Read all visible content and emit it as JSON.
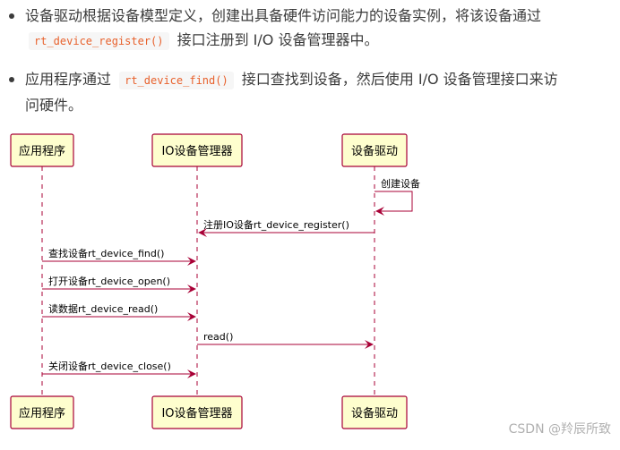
{
  "bullets": [
    {
      "line1": "设备驱动根据设备模型定义，创建出具备硬件访问能力的设备实例，将该设备通过",
      "code": "rt_device_register()",
      "line2_after": "接口注册到 I/O 设备管理器中。"
    },
    {
      "before": "应用程序通过",
      "code": "rt_device_find()",
      "after": "接口查找到设备，然后使用 I/O 设备管理接口来访",
      "line2": "问硬件。"
    }
  ],
  "participants": [
    {
      "id": "app",
      "label": "应用程序"
    },
    {
      "id": "io",
      "label": "IO设备管理器"
    },
    {
      "id": "drv",
      "label": "设备驱动"
    }
  ],
  "messages": [
    {
      "from": "drv",
      "to": "drv",
      "label": "创建设备"
    },
    {
      "from": "drv",
      "to": "io",
      "label": "注册IO设备rt_device_register()"
    },
    {
      "from": "app",
      "to": "io",
      "label": "查找设备rt_device_find()"
    },
    {
      "from": "app",
      "to": "io",
      "label": "打开设备rt_device_open()"
    },
    {
      "from": "app",
      "to": "io",
      "label": "读数据rt_device_read()"
    },
    {
      "from": "io",
      "to": "drv",
      "label": "read()"
    },
    {
      "from": "app",
      "to": "io",
      "label": "关闭设备rt_device_close()"
    }
  ],
  "colors": {
    "box_fill": "#fefece",
    "box_stroke": "#a80036",
    "arrow": "#a80036",
    "lifeline": "#a80036"
  },
  "watermark": "CSDN @羚辰所致"
}
